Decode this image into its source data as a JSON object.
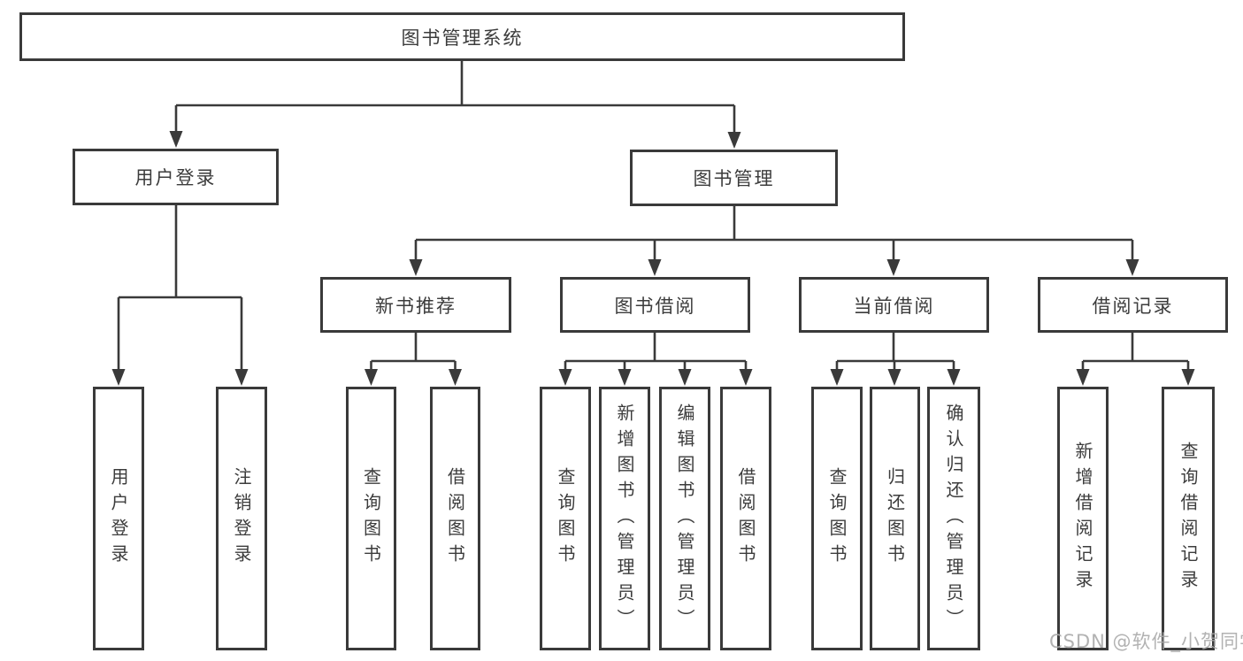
{
  "diagram": {
    "root": {
      "label": "图书管理系统"
    },
    "level2": [
      {
        "id": "user-login",
        "label": "用户登录"
      },
      {
        "id": "book-management",
        "label": "图书管理"
      }
    ],
    "level3": [
      {
        "id": "new-book-recommend",
        "label": "新书推荐"
      },
      {
        "id": "book-borrowing",
        "label": "图书借阅"
      },
      {
        "id": "current-borrowing",
        "label": "当前借阅"
      },
      {
        "id": "borrowing-records",
        "label": "借阅记录"
      }
    ],
    "leaves": [
      {
        "id": "user-login-action",
        "label": "用户登录"
      },
      {
        "id": "logout-action",
        "label": "注销登录"
      },
      {
        "id": "query-books-recommend",
        "label": "查询图书"
      },
      {
        "id": "borrow-books-recommend",
        "label": "借阅图书"
      },
      {
        "id": "query-books-borrowing",
        "label": "查询图书"
      },
      {
        "id": "add-books-admin",
        "label": "新增图书（管理员）"
      },
      {
        "id": "edit-books-admin",
        "label": "编辑图书（管理员）"
      },
      {
        "id": "borrow-books-borrowing",
        "label": "借阅图书"
      },
      {
        "id": "query-books-current",
        "label": "查询图书"
      },
      {
        "id": "return-books",
        "label": "归还图书"
      },
      {
        "id": "confirm-return-admin",
        "label": "确认归还（管理员）"
      },
      {
        "id": "add-borrow-record",
        "label": "新增借阅记录"
      },
      {
        "id": "query-borrow-record",
        "label": "查询借阅记录"
      }
    ],
    "watermark": "CSDN @软件_小贺同学",
    "colors": {
      "line": "#3a3a3a",
      "text": "#3c3c3c",
      "watermark": "#aaaaaa",
      "background": "#ffffff"
    }
  }
}
